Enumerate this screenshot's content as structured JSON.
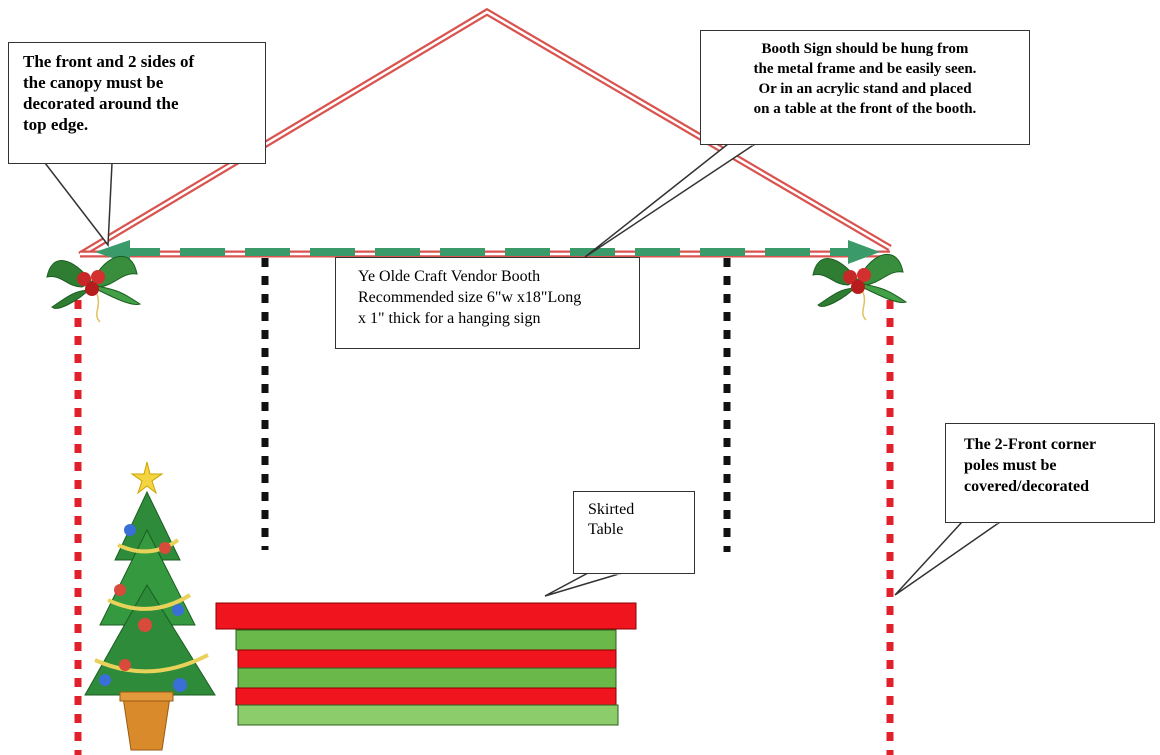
{
  "callouts": {
    "canopy": [
      "The front and 2 sides of",
      "the canopy must be",
      "decorated around the",
      "top edge."
    ],
    "sign": [
      "Booth Sign should be hung from",
      "the metal frame and be easily seen.",
      "Or in an acrylic stand and placed",
      "on a table at the front of the booth."
    ],
    "booth": [
      "Ye Olde Craft Vendor Booth",
      "Recommended size 6\"w x18\"Long",
      "x 1\" thick for a hanging sign"
    ],
    "poles": [
      "The 2-Front corner",
      "poles must be",
      "covered/decorated"
    ],
    "table": [
      "Skirted",
      "Table"
    ]
  },
  "colors": {
    "roof_red": "#d9534f",
    "frame_green": "#3a9a6a",
    "pole_red": "#e0202a",
    "pole_black": "#111111",
    "table_red": "#f0141e",
    "table_green": "#6ab84a"
  }
}
